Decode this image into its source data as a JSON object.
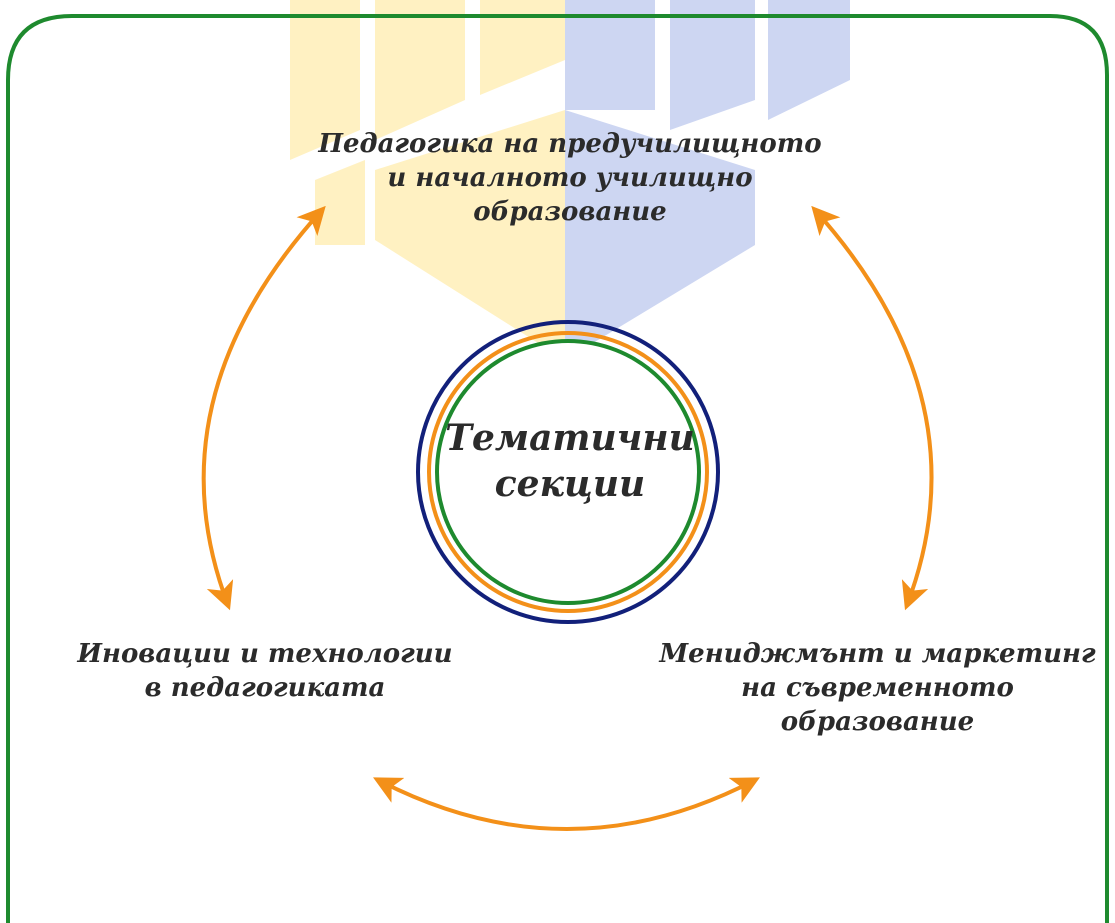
{
  "center": {
    "title": "Тематични\nсекции"
  },
  "sections": {
    "top": "Педагогика на предучилищното\nи началното училищно\nобразование",
    "left": "Иновации и технологии\nв педагогиката",
    "right": "Мениджмънт и маркетинг\nна съвременното\nобразование"
  },
  "colors": {
    "frame": "#1e8a2e",
    "arrow": "#f39019",
    "ring_outer": "#12207a",
    "ring_middle": "#f39019",
    "ring_inner": "#1e8a2e",
    "watermark_yellow": "#fff1c2",
    "watermark_blue": "#cdd6f2",
    "text": "#2b2b2b"
  },
  "icons": {
    "watermark": "logo-watermark-icon"
  }
}
